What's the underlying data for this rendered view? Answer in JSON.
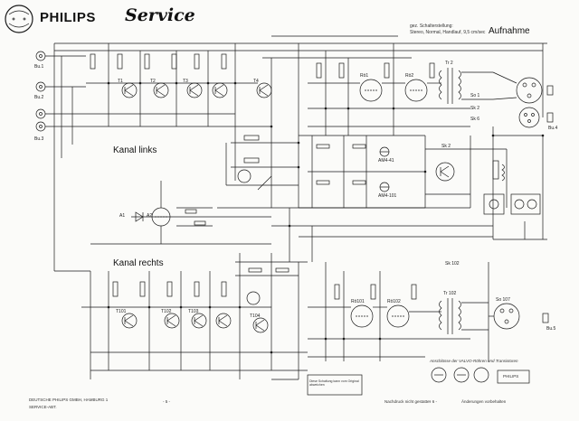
{
  "header": {
    "brand": "PHILIPS",
    "brand_suffix": "Service",
    "title": "Aufnahme",
    "subtitle_line1": "gez. Schalterstellung:",
    "subtitle_line2": "Stereo, Normal, Handlauf, 9,5 cm/sec"
  },
  "sections": {
    "left": "Kanal links",
    "right": "Kanal rechts"
  },
  "connectors": {
    "bu1": "Bu.1",
    "bu2": "Bu.2",
    "bu3": "Bu.3",
    "bu4": "Bu.4",
    "bu5": "Bu.5"
  },
  "transistors": [
    "T1",
    "T2",
    "T3",
    "T4",
    "T101",
    "T102",
    "T103",
    "T104"
  ],
  "tubes": [
    "Rö1",
    "Rö2",
    "Rö101",
    "Rö102"
  ],
  "indicators": [
    "AM4-41",
    "AM4-101"
  ],
  "labels": {
    "transformer_left": "Tr 2",
    "transformer_right": "Tr 102",
    "switch_sk2": "Sk 2",
    "switch_sk102": "Sk 102",
    "diode_a1": "A1",
    "diode_a2": "A2",
    "so1": "So 1",
    "so107": "So 107",
    "sk2a": "Sk 2",
    "sk6": "Sk 6"
  },
  "footer": {
    "left_line1": "DEUTSCHE PHILIPS GMBH, HAMBURG 1",
    "left_line2": "SERVICE-ABT.",
    "page_left": "- 5 -",
    "page_mid": "- 6 -",
    "note_mid": "Nachdruck nicht gestattet",
    "note_right": "Änderungen vorbehalten",
    "note_box": "Diese Schaltung kann vom Original abweichen",
    "caption": "Anschlüsse der VALVO-Röhren und Transistoren",
    "badge": "PHILIPS"
  }
}
